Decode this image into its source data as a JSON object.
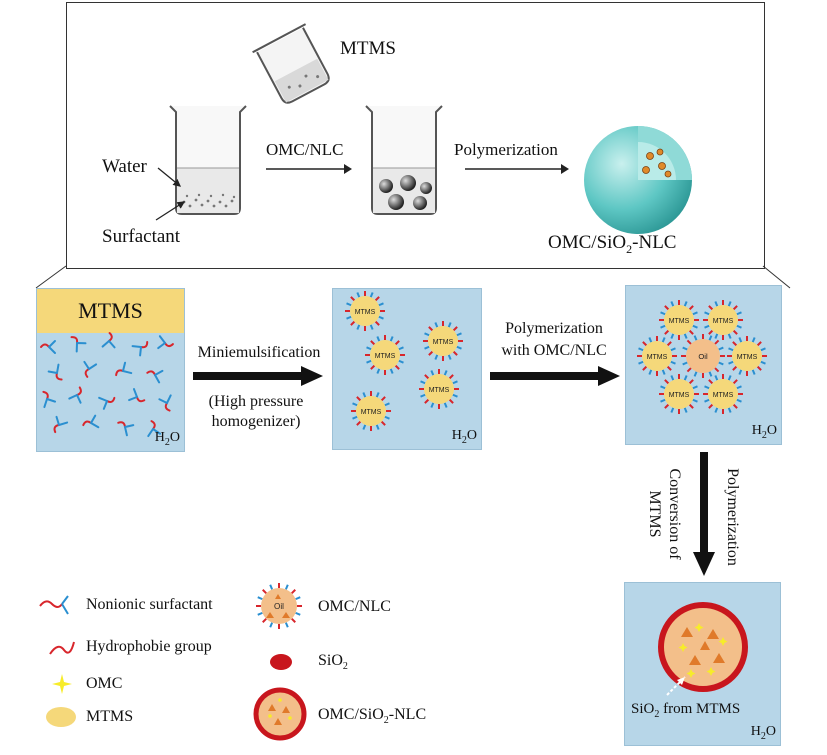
{
  "top": {
    "reagent": "MTMS",
    "water_label": "Water",
    "surfactant_label": "Surfactant",
    "step1_label": "OMC/NLC",
    "step2_label": "Polymerization",
    "product_label_pre": "OMC/SiO",
    "product_label_sub": "2",
    "product_label_post": "-NLC"
  },
  "process": {
    "panel1_title": "MTMS",
    "h2o_pre": "H",
    "h2o_sub": "2",
    "h2o_post": "O",
    "arrow1_line1": "Miniemulsification",
    "arrow1_line2": "(High pressure",
    "arrow1_line3": "homogenizer)",
    "arrow2_line1": "Polymerization",
    "arrow2_line2": "with OMC/NLC",
    "droplet_label": "MTMS",
    "oil_label": "Oil",
    "arrow3_line1": "Polymerization",
    "arrow3_line2": "Conversion of",
    "arrow3_line3": "MTMS",
    "final_note_pre": "SiO",
    "final_note_sub": "2",
    "final_note_post": " from MTMS"
  },
  "legend": {
    "nonionic": "Nonionic surfactant",
    "hydrophobic": "Hydrophobie group",
    "omc": "OMC",
    "mtms": "MTMS",
    "omc_nlc": "OMC/NLC",
    "oil": "Oil",
    "sio2_pre": "SiO",
    "sio2_sub": "2",
    "product_pre": "OMC/SiO",
    "product_sub": "2",
    "product_post": "-NLC"
  },
  "colors": {
    "panel_bg": "#b7d6e8",
    "mtms_yellow": "#f5d87a",
    "surfactant_blue": "#2a8fd0",
    "hydrophobic_red": "#d8262c",
    "omc_yellow": "#f7ec2a",
    "sio2_red": "#c8161d",
    "oil_orange": "#f3bf8a",
    "sphere_teal": "#5ec7c4"
  }
}
